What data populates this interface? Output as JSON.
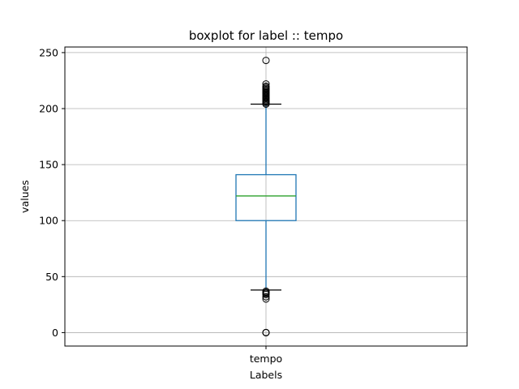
{
  "chart_data": {
    "type": "box",
    "title": "boxplot for label :: tempo",
    "xlabel": "Labels",
    "ylabel": "values",
    "ylim": [
      -12,
      255
    ],
    "yticks": [
      0,
      50,
      100,
      150,
      200,
      250
    ],
    "grid": true,
    "categories": [
      "tempo"
    ],
    "boxes": [
      {
        "category": "tempo",
        "whisker_low": 38,
        "q1": 100,
        "median": 122,
        "q3": 141,
        "whisker_high": 204,
        "outliers": [
          0,
          0,
          0,
          30,
          32,
          34,
          35,
          36,
          37,
          204,
          205,
          206,
          207,
          208,
          209,
          210,
          211,
          212,
          213,
          214,
          215,
          216,
          217,
          218,
          219,
          220,
          222,
          243
        ]
      }
    ],
    "colors": {
      "box": "#1f77b4",
      "median": "#2ca02c",
      "whisker_cap": "#000000",
      "outlier": "#000000",
      "grid": "#b0b0b0"
    }
  }
}
